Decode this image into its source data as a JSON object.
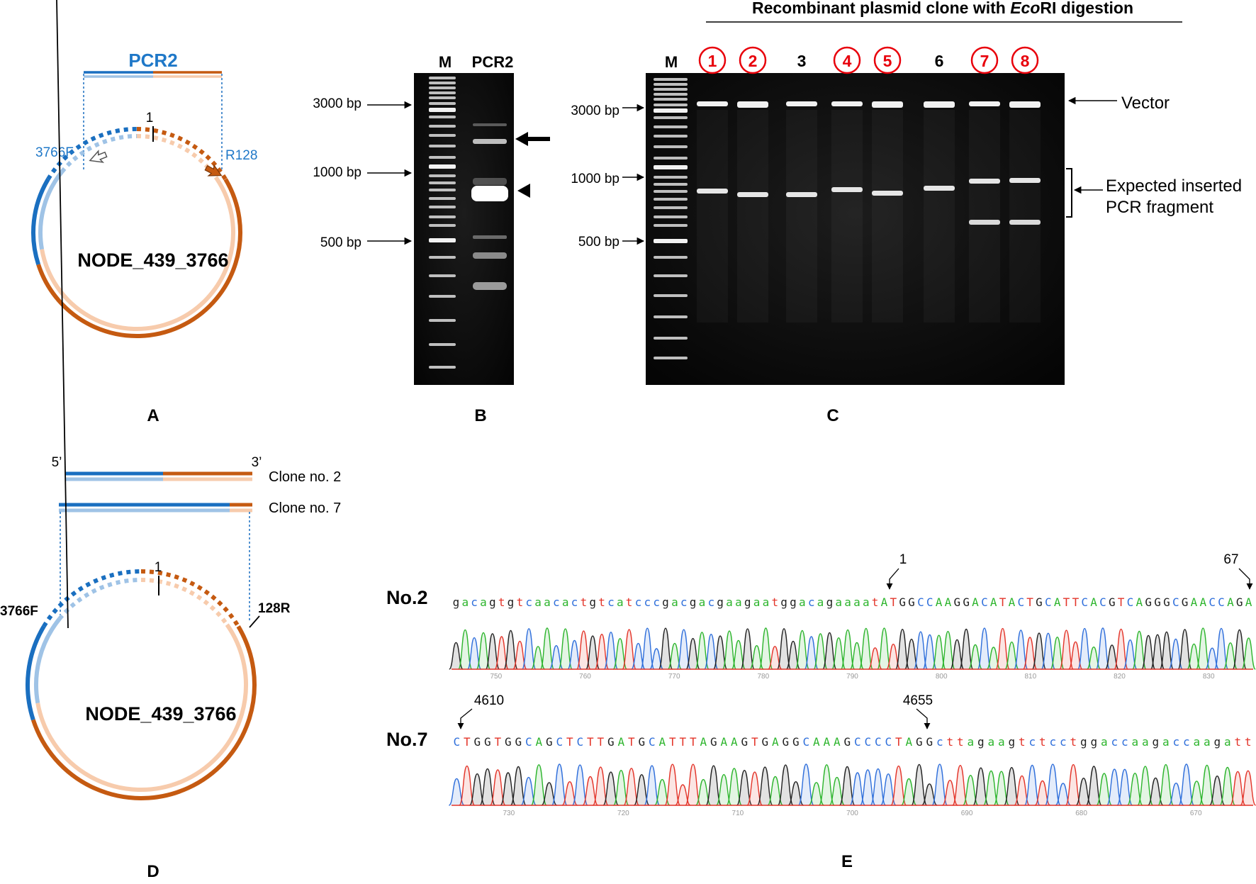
{
  "panel_a": {
    "letter": "A",
    "pcr_label": "PCR2",
    "position_label": "1",
    "forward_primer": "3766F",
    "reverse_primer": "R128",
    "plasmid_name": "NODE_439_3766"
  },
  "panel_b": {
    "letter": "B",
    "lane_m": "M",
    "lane_pcr": "PCR2",
    "size_3000": "3000 bp",
    "size_1000": "1000 bp",
    "size_500": "500 bp"
  },
  "panel_c": {
    "letter": "C",
    "title_prefix": "Recombinant plasmid clone with ",
    "title_italic": "Eco",
    "title_suffix": "RI digestion",
    "lane_m": "M",
    "lanes": [
      "1",
      "2",
      "3",
      "4",
      "5",
      "6",
      "7",
      "8"
    ],
    "circled_lanes": [
      true,
      true,
      false,
      true,
      true,
      false,
      true,
      true
    ],
    "size_3000": "3000 bp",
    "size_1000": "1000 bp",
    "size_500": "500 bp",
    "vector_label": "Vector",
    "insert_label_line1": "Expected inserted",
    "insert_label_line2": "PCR fragment",
    "circle_color": "#e8000b"
  },
  "panel_d": {
    "letter": "D",
    "five_prime": "5’",
    "three_prime": "3’",
    "clone2": "Clone no. 2",
    "clone7": "Clone no. 7",
    "position_label": "1",
    "forward_primer": "3766F",
    "reverse_primer": "128R",
    "plasmid_name": "NODE_439_3766"
  },
  "panel_e": {
    "letter": "E",
    "row1_label": "No.2",
    "row1_marker1": "1",
    "row1_marker2": "67",
    "row1_sequence": "gacagtgtcaacactgtcatcccgacgacgaagaatggacagaaaatATGGCCAAGGACATACTGCATTCACGTCAGGGCGAACCAGA",
    "row1_ticks": [
      "750",
      "760",
      "770",
      "780",
      "790",
      "800",
      "810",
      "820",
      "830"
    ],
    "row2_label": "No.7",
    "row2_marker1": "4610",
    "row2_marker2": "4655",
    "row2_sequence": "CTGGTGGCAGCTCTTGATGCATTTAGAAGTGAGGCAAAGCCCCTAGGcttagaagtctcctggaccaagaccaagatt",
    "row2_ticks": [
      "730",
      "720",
      "710",
      "700",
      "690",
      "680",
      "670"
    ]
  },
  "colors": {
    "dark_blue": "#1a6fc0",
    "light_blue": "#9fc3e6",
    "dark_orange": "#c55a11",
    "light_orange": "#f7cbac",
    "label_blue": "#1f78c8",
    "base_A": "#2db52d",
    "base_C": "#2f6fdb",
    "base_G": "#222222",
    "base_T": "#e3352a"
  }
}
